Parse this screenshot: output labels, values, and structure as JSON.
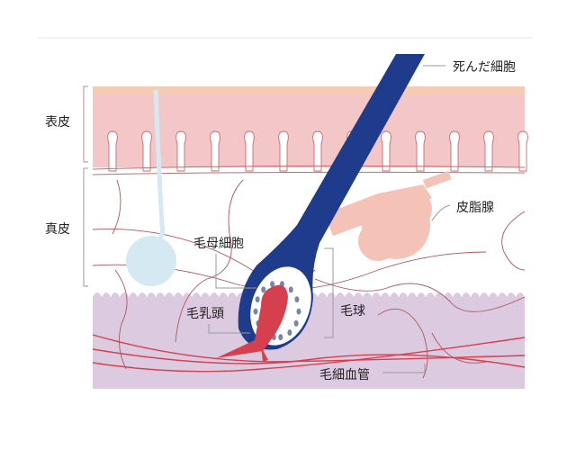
{
  "labels": {
    "dead_cells": "死んだ細胞",
    "epidermis": "表皮",
    "dermis": "真皮",
    "sebaceous_gland": "皮脂腺",
    "hair_matrix_cells": "毛母細胞",
    "dermal_papilla": "毛乳頭",
    "hair_bulb": "毛球",
    "capillaries": "毛細血管"
  },
  "colors": {
    "hair": "#1f3c8c",
    "epidermis": "#f3c6c8",
    "stratum_corneum": "#f5cbb6",
    "hypodermis": "#dccbe0",
    "vessel": "#d6404e",
    "sweat_gland": "#d5e9f3",
    "sebaceous": "#f4c2b6"
  }
}
